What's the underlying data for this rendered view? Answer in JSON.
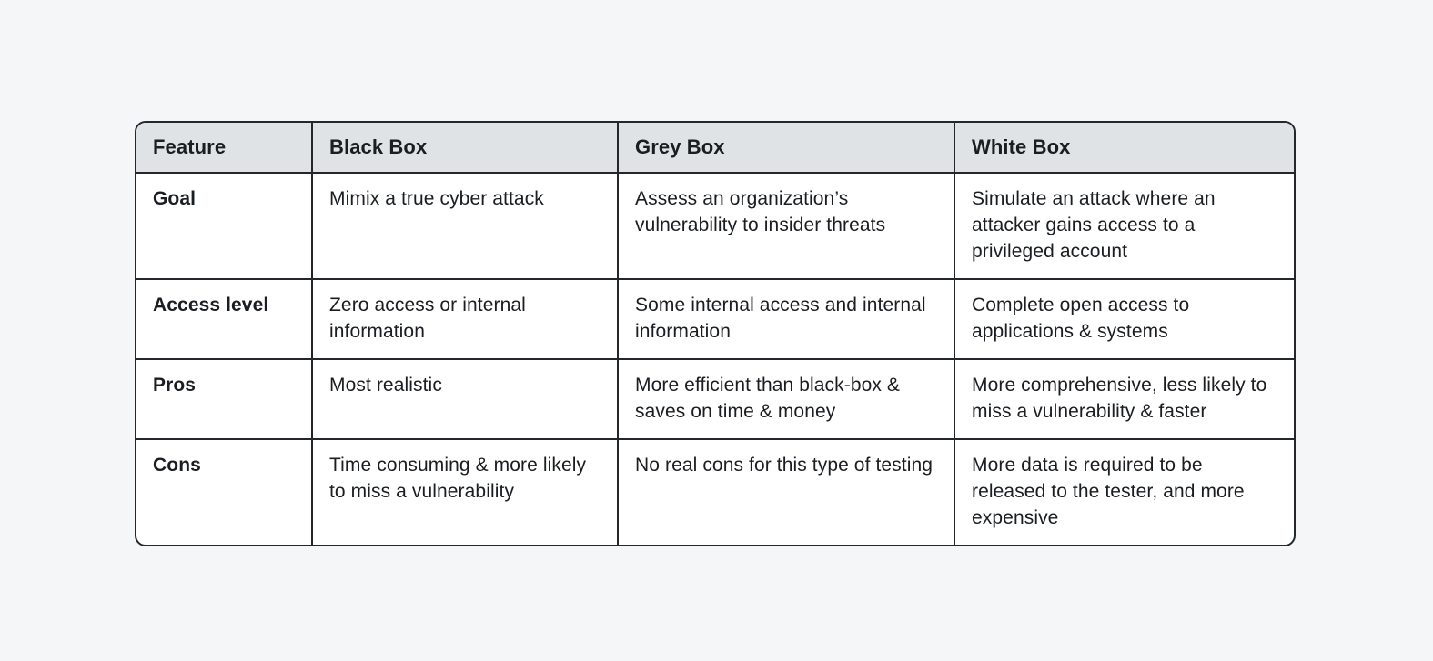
{
  "table": {
    "headers": [
      {
        "label": "Feature"
      },
      {
        "label": "Black Box"
      },
      {
        "label": "Grey Box"
      },
      {
        "label": "White Box"
      }
    ],
    "rows": [
      {
        "feature": "Goal",
        "black_box": "Mimix a true cyber attack",
        "grey_box": "Assess an organization’s vulnerability to insider threats",
        "white_box": "Simulate an attack where an attacker gains access to a privileged account"
      },
      {
        "feature": "Access level",
        "black_box": "Zero access or internal information",
        "grey_box": "Some internal access and internal information",
        "white_box": "Complete open access to applications & systems"
      },
      {
        "feature": "Pros",
        "black_box": "Most realistic",
        "grey_box": "More efficient than black-box & saves on time & money",
        "white_box": "More comprehensive, less likely to miss a vulnerability & faster"
      },
      {
        "feature": "Cons",
        "black_box": "Time consuming & more likely to miss a vulnerability",
        "grey_box": "No real cons for this type of testing",
        "white_box": "More data is required to be released to the tester, and more expensive"
      }
    ],
    "colors": {
      "page_background": "#f4f6f8",
      "header_background": "#dfe3e6",
      "body_background": "#ffffff",
      "border": "#24272b",
      "text": "#1a1d21"
    }
  }
}
